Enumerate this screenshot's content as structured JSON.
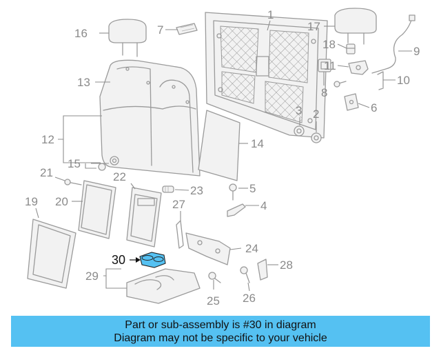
{
  "diagram": {
    "highlight_color": "#55c1f2",
    "callouts": [
      "1",
      "2",
      "3",
      "4",
      "5",
      "6",
      "7",
      "8",
      "9",
      "10",
      "11",
      "12",
      "13",
      "14",
      "15",
      "16",
      "17",
      "18",
      "19",
      "20",
      "21",
      "22",
      "23",
      "24",
      "25",
      "26",
      "27",
      "28",
      "29",
      "30"
    ],
    "highlighted_callout": "30"
  },
  "banner": {
    "line1": "Part or sub-assembly is #30 in diagram",
    "line2": "Diagram may not be specific to your vehicle",
    "background": "#55c1f2"
  }
}
